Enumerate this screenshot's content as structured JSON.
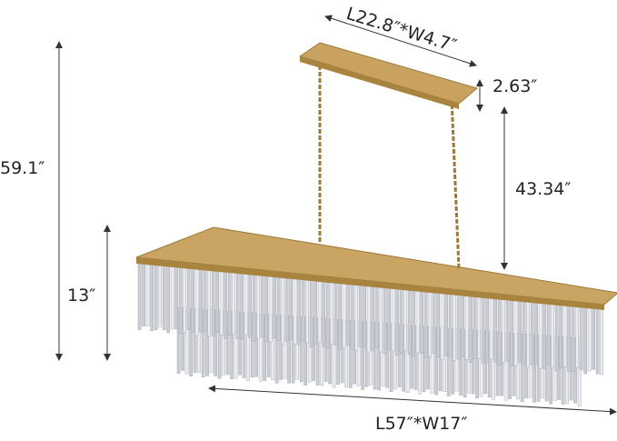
{
  "dimensions": {
    "canopy": "L22.8″*W4.7″",
    "canopy_height": "2.63″",
    "chain_length": "43.34″",
    "total_height": "59.1″",
    "body_height": "13″",
    "body_size": "L57″*W17″"
  },
  "colors": {
    "brass": "#b8924f",
    "crystal": "#c9ccd2",
    "arrow": "#333333"
  }
}
